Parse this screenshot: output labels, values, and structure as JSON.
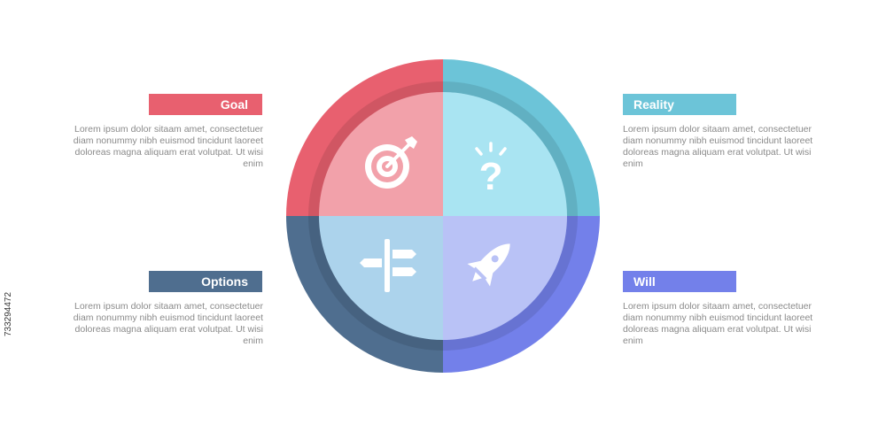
{
  "quadrants": [
    {
      "key": "goal",
      "title": "Goal",
      "description": "Lorem ipsum dolor sitaam amet, consectetuer diam nonummy nibh euismod tincidunt laoreet doloreas magna aliquam erat volutpat. Ut wisi enim",
      "icon": "target-icon",
      "color": "#e8606f",
      "inner_color": "#f2a1aa"
    },
    {
      "key": "reality",
      "title": "Reality",
      "description": "Lorem ipsum dolor sitaam amet, consectetuer diam nonummy nibh euismod tincidunt laoreet doloreas magna aliquam erat volutpat. Ut wisi enim",
      "icon": "question-icon",
      "color": "#6cc4d8",
      "inner_color": "#a9e4f2"
    },
    {
      "key": "options",
      "title": "Options",
      "description": "Lorem ipsum dolor sitaam amet, consectetuer diam nonummy nibh euismod tincidunt laoreet doloreas magna aliquam erat volutpat. Ut wisi enim",
      "icon": "signpost-icon",
      "color": "#4f6e8f",
      "inner_color": "#acd3ec"
    },
    {
      "key": "will",
      "title": "Will",
      "description": "Lorem ipsum dolor sitaam amet, consectetuer diam nonummy nibh euismod tincidunt laoreet doloreas magna aliquam erat volutpat. Ut wisi enim",
      "icon": "rocket-icon",
      "color": "#7380ea",
      "inner_color": "#b9c2f6"
    }
  ],
  "side_credit": "733294472"
}
